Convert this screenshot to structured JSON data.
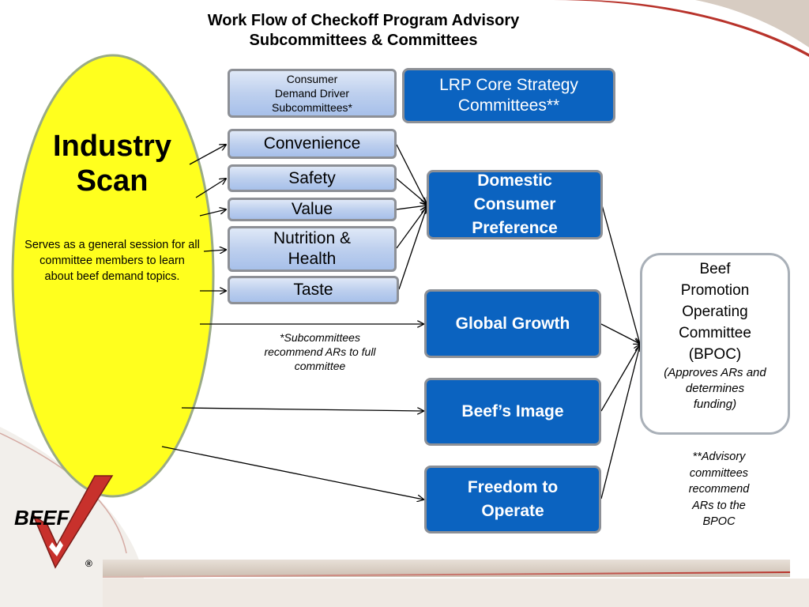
{
  "title": {
    "line1": "Work Flow of Checkoff Program Advisory",
    "line2": "Subcommittees & Committees"
  },
  "industry_scan": {
    "title_line1": "Industry",
    "title_line2": "Scan",
    "description": "Serves as a general session for all committee members to learn about beef demand topics."
  },
  "headers": {
    "consumer_driver_line1": "Consumer",
    "consumer_driver_line2": "Demand Driver",
    "consumer_driver_line3": "Subcommittees*",
    "lrp_line1": "LRP Core Strategy",
    "lrp_line2": "Committees**"
  },
  "subcommittees": {
    "convenience": "Convenience",
    "safety": "Safety",
    "value": "Value",
    "nutrition_line1": "Nutrition &",
    "nutrition_line2": "Health",
    "taste": "Taste"
  },
  "committees": {
    "domestic_line1": "Domestic",
    "domestic_line2": "Consumer",
    "domestic_line3": "Preference",
    "global_growth": "Global Growth",
    "beefs_image": "Beef’s Image",
    "freedom_line1": "Freedom to",
    "freedom_line2": "Operate"
  },
  "bpoc": {
    "line1": "Beef",
    "line2": "Promotion",
    "line3": "Operating",
    "line4": "Committee",
    "line5": "(BPOC)",
    "note_line1": "(Approves ARs and",
    "note_line2": "determines",
    "note_line3": "funding)"
  },
  "notes": {
    "subcommittees_line1": "*Subcommittees",
    "subcommittees_line2": "recommend ARs to full",
    "subcommittees_line3": "committee",
    "advisory_line1": "**Advisory",
    "advisory_line2": "committees",
    "advisory_line3": "recommend",
    "advisory_line4": "ARs to the",
    "advisory_line5": "BPOC"
  },
  "logo": {
    "text": "BEEF",
    "registered": "®"
  },
  "colors": {
    "ellipse_fill": "#ffff1e",
    "ellipse_stroke": "#9aab86",
    "committee_blue": "#0b63c0",
    "subcommittee_light": "#bed0ee",
    "logo_red": "#c8312c",
    "bottom_band": "#d9d0c6"
  }
}
